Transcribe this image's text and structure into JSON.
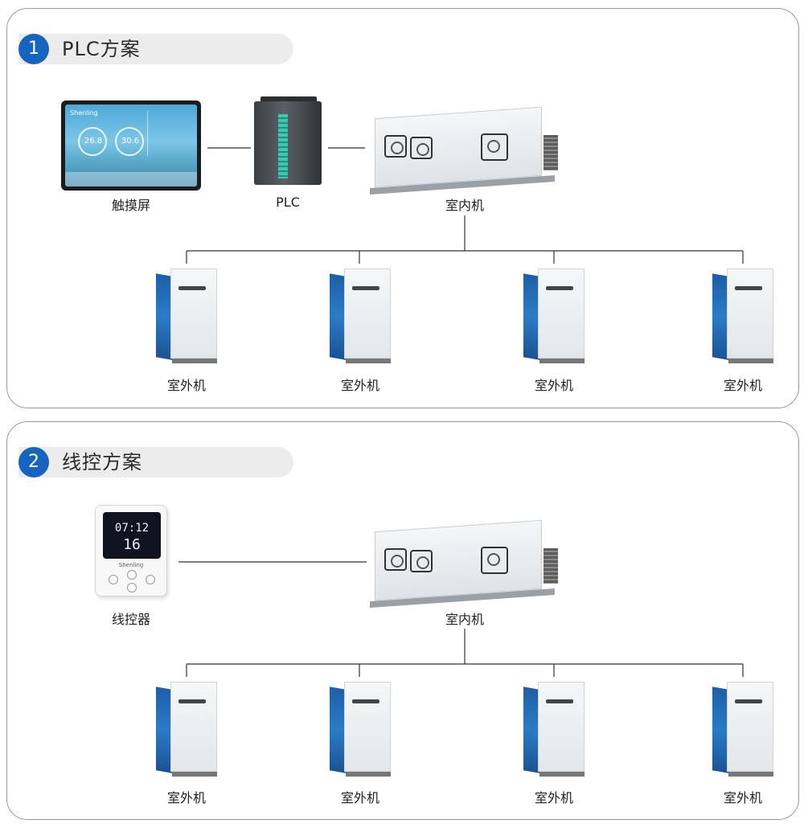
{
  "sections": [
    {
      "number": "1",
      "title": "PLC方案",
      "devices": {
        "touchscreen": {
          "label": "触摸屏",
          "readout_left": "26.8",
          "readout_right": "30.6",
          "brand": "Shenling"
        },
        "plc": {
          "label": "PLC"
        },
        "indoor": {
          "label": "室内机"
        },
        "outdoor": [
          {
            "label": "室外机"
          },
          {
            "label": "室外机"
          },
          {
            "label": "室外机"
          },
          {
            "label": "室外机"
          }
        ]
      }
    },
    {
      "number": "2",
      "title": "线控方案",
      "devices": {
        "controller": {
          "label": "线控器",
          "time": "07:12",
          "temp": "16",
          "brand": "Shenling"
        },
        "indoor": {
          "label": "室内机"
        },
        "outdoor": [
          {
            "label": "室外机"
          },
          {
            "label": "室外机"
          },
          {
            "label": "室外机"
          },
          {
            "label": "室外机"
          }
        ]
      }
    }
  ],
  "colors": {
    "badge": "#1565c0",
    "border": "#9a9a9a",
    "pill": "#ececec",
    "line": "#333333"
  }
}
